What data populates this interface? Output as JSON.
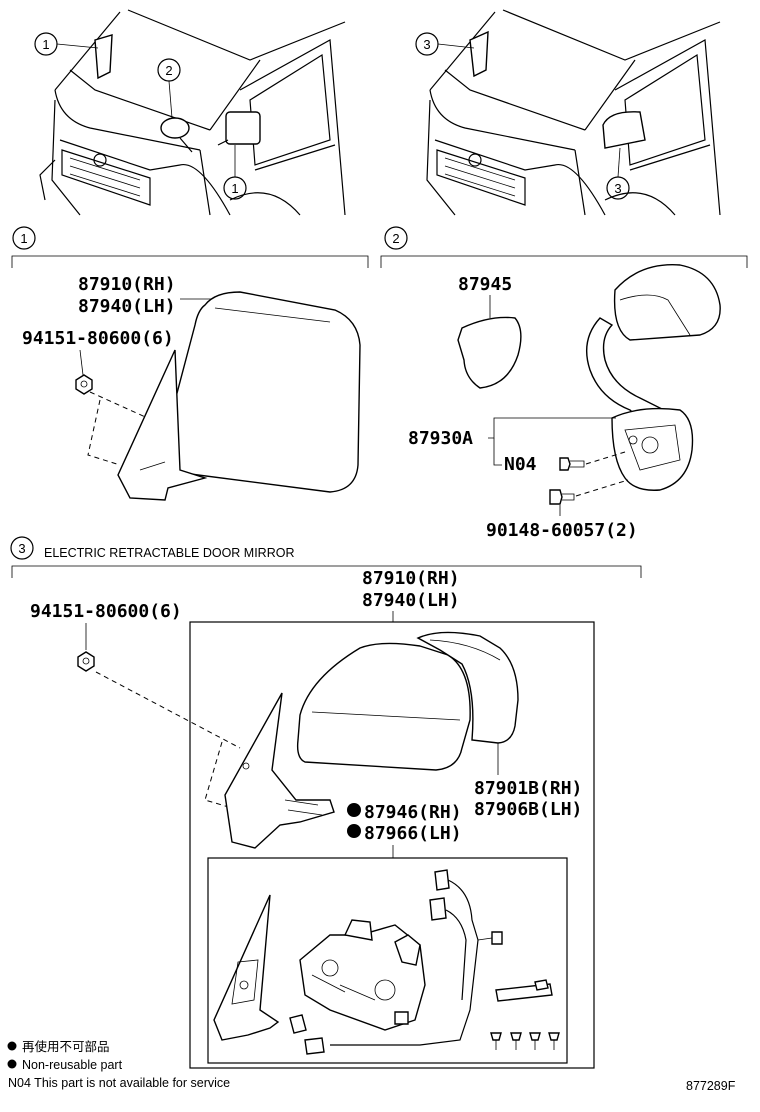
{
  "callouts": {
    "c1": "1",
    "c2": "2",
    "c3": "3"
  },
  "section1": {
    "number": "1",
    "part_rh": "87910(RH)",
    "part_lh": "87940(LH)",
    "bolt": "94151-80600(6)"
  },
  "section2": {
    "number": "2",
    "cover": "87945",
    "mirror_assy": "87930A",
    "n04": "N04",
    "screw": "90148-60057(2)"
  },
  "section3": {
    "number": "3",
    "title": "ELECTRIC RETRACTABLE DOOR MIRROR",
    "part_rh": "87910(RH)",
    "part_lh": "87940(LH)",
    "bolt": "94151-80600(6)",
    "outer_rh": "87901B(RH)",
    "outer_lh": "87906B(LH)",
    "motor_rh": "87946(RH)",
    "motor_lh": "87966(LH)"
  },
  "legend": {
    "jp": "再使用不可部品",
    "en": "Non-reusable part",
    "n04_note": "N04 This part is not available for service"
  },
  "drawing_id": "877289F"
}
